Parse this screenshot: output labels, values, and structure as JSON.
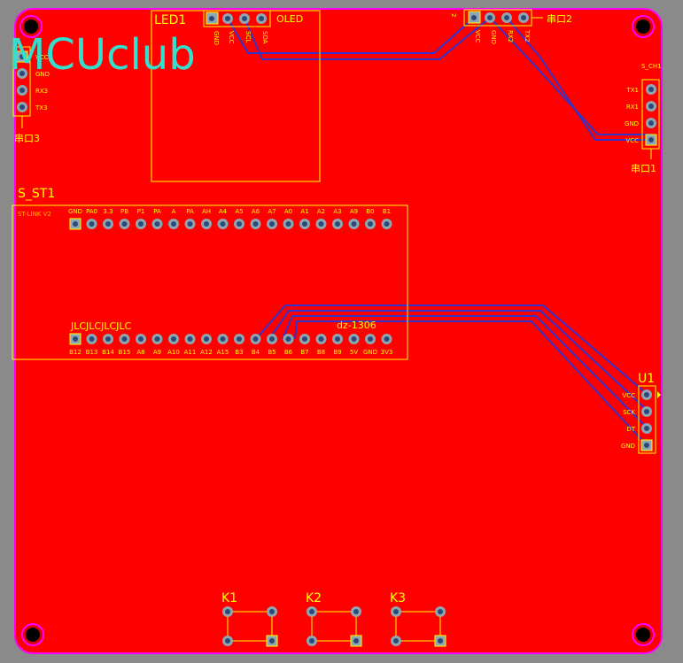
{
  "logo": "MCUclub",
  "colors": {
    "background": "#8a8a8a",
    "board": "#ff0000",
    "outline": "#ff00ff",
    "silkscreen": "#ffff00",
    "trace": "#3333cc",
    "logo": "#33e0d0",
    "pad": "#8fa6b0"
  },
  "components": {
    "led1": {
      "designator": "LED1",
      "label": "OLED",
      "pins": [
        "GND",
        "VCC",
        "SCL",
        "SDA"
      ]
    },
    "port2": {
      "designator": "串口2",
      "side_label": "2",
      "pins": [
        "VCC",
        "GND",
        "RX2",
        "TX2"
      ]
    },
    "port3": {
      "designator": "串口3",
      "pins": [
        "VCC",
        "GND",
        "RX3",
        "TX3"
      ]
    },
    "port1": {
      "designator": "串口1",
      "header": "S_CH1",
      "pins": [
        "TX1",
        "RX1",
        "GND",
        "VCC"
      ]
    },
    "s_st1": {
      "designator": "S_ST1",
      "top_left_label": "ST-LINK V2",
      "top_pins": [
        "GND",
        "PA0",
        "3.3",
        "PB",
        "P1",
        "PA",
        "A",
        "PA",
        "AH",
        "A4",
        "A5",
        "A6",
        "A7",
        "A0",
        "A1",
        "A2",
        "A3",
        "A9",
        "B0",
        "B1"
      ],
      "bottom_pins": [
        "B12",
        "B13",
        "B14",
        "B15",
        "A8",
        "A9",
        "A10",
        "A11",
        "A12",
        "A15",
        "B3",
        "B4",
        "B5",
        "B6",
        "B7",
        "B8",
        "B9",
        "5V",
        "GND",
        "3V3"
      ],
      "text_left": "JLCJLCJLCJLC",
      "text_right": "dz-1306"
    },
    "u1": {
      "designator": "U1",
      "pins": [
        "VCC",
        "SCK",
        "DT",
        "GND"
      ]
    },
    "k1": {
      "designator": "K1"
    },
    "k2": {
      "designator": "K2"
    },
    "k3": {
      "designator": "K3"
    }
  }
}
